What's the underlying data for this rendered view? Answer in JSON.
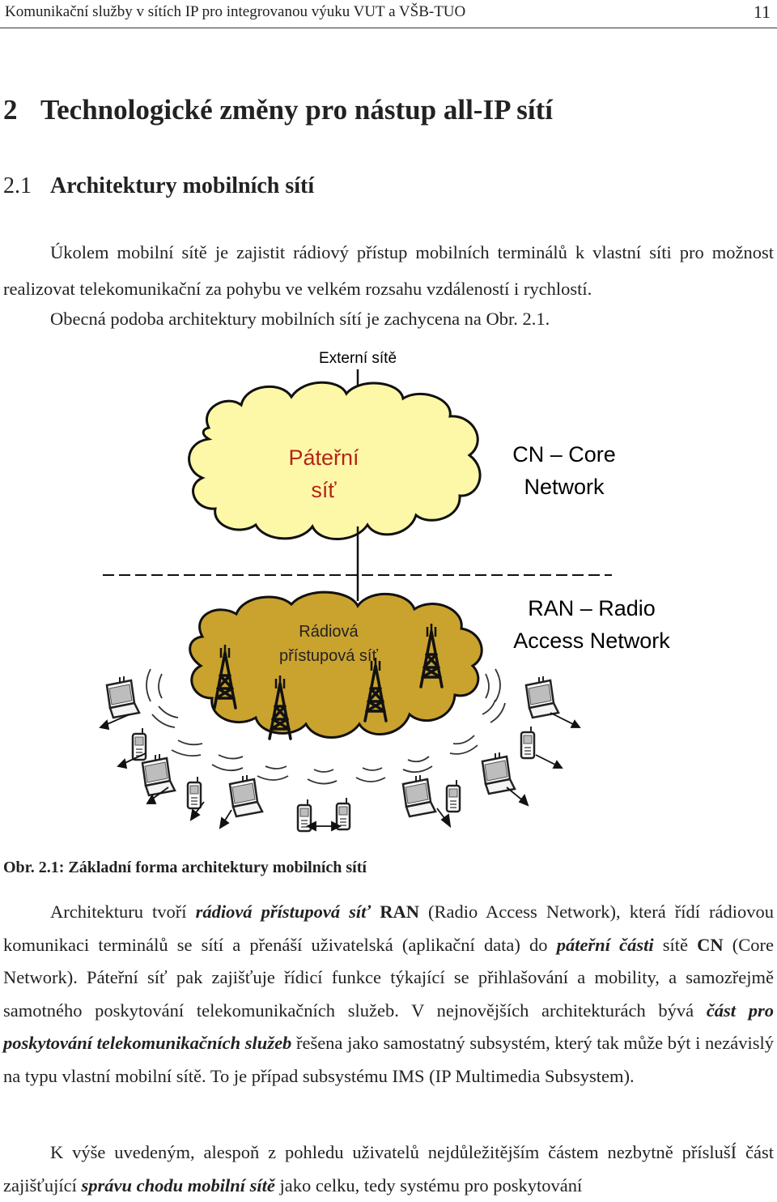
{
  "header": {
    "title": "Komunikační služby v sítích IP pro integrovanou výuku VUT a VŠB-TUO",
    "page_number": "11"
  },
  "chapter": {
    "number": "2",
    "title": "Technologické změny pro nástup all-IP sítí"
  },
  "section": {
    "number": "2.1",
    "title": "Architektury mobilních sítí"
  },
  "paragraph1": "Úkolem mobilní sítě je zajistit rádiový přístup mobilních terminálů k vlastní síti pro možnost realizovat telekomunikační za pohybu ve velkém rozsahu vzdáleností i rychlostí.",
  "paragraph2": "Obecná podoba architektury mobilních sítí je zachycena na Obr. 2.1.",
  "figure": {
    "external_label": "Externí sítě",
    "core_cloud_line1": "Páteřní",
    "core_cloud_line2": "síť",
    "core_label_line1": "CN – Core",
    "core_label_line2": "Network",
    "ran_cloud_line1": "Rádiová",
    "ran_cloud_line2": "přístupová síť",
    "ran_label_line1": "RAN – Radio",
    "ran_label_line2": "Access Network",
    "colors": {
      "core_cloud": "#fdf8a8",
      "ran_cloud": "#caa22e",
      "outline": "#111111"
    },
    "icons": [
      "cloud-icon",
      "antenna-tower-icon",
      "laptop-icon",
      "mobile-phone-icon",
      "radio-wave-icon"
    ]
  },
  "caption": "Obr. 2.1: Základní forma architektury mobilních sítí",
  "paragraph3": {
    "t1": "Architekturu tvoří ",
    "e1": "rádiová přístupová síť",
    "t2": " ",
    "b1": "RAN",
    "t3": " (Radio Access Network), která řídí rádiovou komunikaci terminálů se sítí a přenáší uživatelská (aplikační data) do ",
    "e2": "páteřní části",
    "t4": " sítě ",
    "b2": "CN",
    "t5": " (Core Network). Páteřní síť pak zajišťuje řídicí funkce týkající se přihlašování a mobility, a samozřejmě samotného poskytování telekomunikačních služeb. V nejnovějších architekturách bývá ",
    "e3": "část pro poskytování telekomunikačních služeb",
    "t6": " řešena jako samostatný subsystém, který tak může být i nezávislý na typu vlastní mobilní sítě. To je případ subsystému IMS (IP Multimedia Subsystem)."
  },
  "paragraph4": {
    "t1": "K výše uvedeným, alespoň z pohledu uživatelů nejdůležitějším částem nezbytně příslušÍ část zajišťující ",
    "e1": "správu chodu mobilní sítě",
    "t2": " jako celku, tedy systému pro poskytování"
  }
}
